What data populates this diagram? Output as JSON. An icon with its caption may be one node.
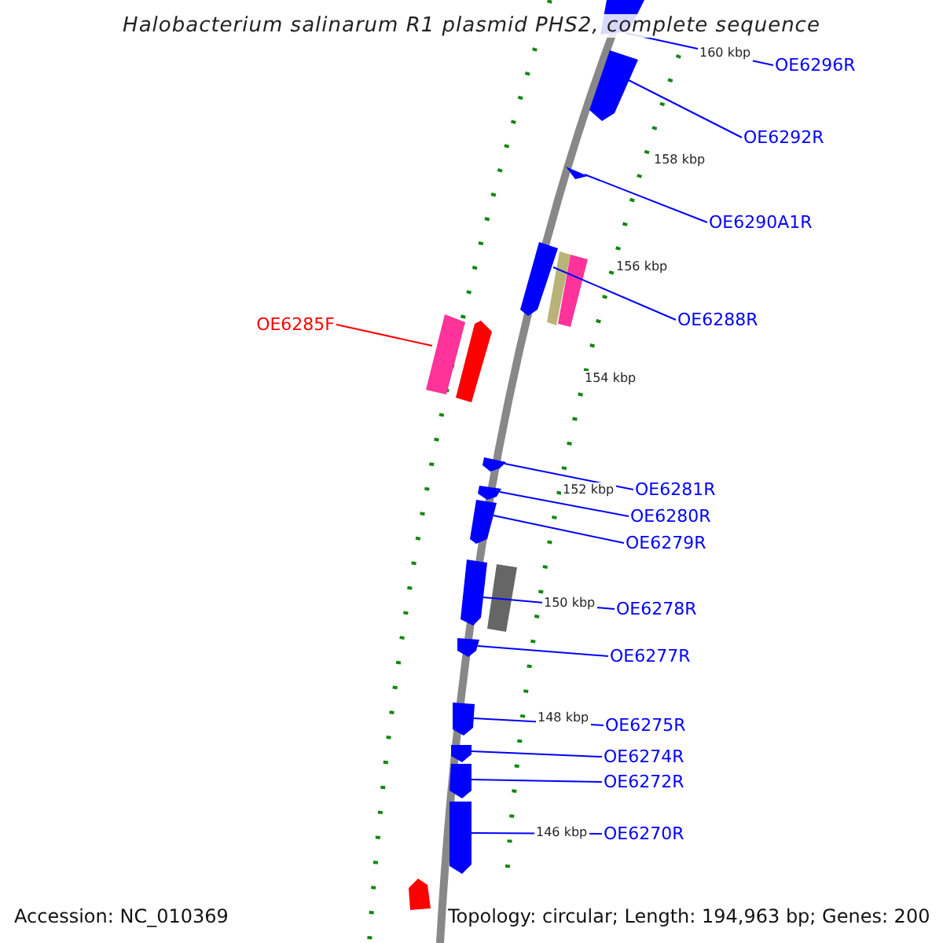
{
  "diagram": {
    "title": "Halobacterium salinarum R1 plasmid PHS2, complete sequence",
    "nodes": [
      {
        "text": [
          "OE6296R"
        ]
      },
      {
        "text": [
          "OE6292R"
        ]
      },
      {
        "text": [
          "OE6290A1R"
        ]
      },
      {
        "text": [
          "OE6288R"
        ]
      },
      {
        "text": [
          "OE6285F"
        ]
      },
      {
        "text": [
          "OE6281R"
        ]
      },
      {
        "text": [
          "OE6280R"
        ]
      },
      {
        "text": [
          "OE6279R"
        ]
      },
      {
        "text": [
          "OE6278R"
        ]
      },
      {
        "text": [
          "OE6277R"
        ]
      },
      {
        "text": [
          "OE6275R"
        ]
      },
      {
        "text": [
          "OE6274R"
        ]
      },
      {
        "text": [
          "OE6272R"
        ]
      },
      {
        "text": [
          "OE6270R"
        ]
      },
      {
        "text": [],
        "shape": "bar"
      },
      {
        "text": [],
        "shape": "bar"
      },
      {
        "text": [],
        "shape": "bar"
      },
      {
        "text": [],
        "shape": "bar"
      },
      {
        "text": [],
        "shape": "bar"
      },
      {
        "text": [],
        "shape": "bar"
      },
      {
        "text": [],
        "shape": "bar"
      },
      {
        "text": [],
        "shape": "bar"
      },
      {
        "text": [],
        "shape": "bar"
      },
      {
        "text": [],
        "shape": "bar"
      },
      {
        "text": [],
        "shape": "bar"
      },
      {
        "text": [],
        "shape": "bar"
      },
      {
        "text": [],
        "shape": "bar"
      },
      {
        "text": [],
        "shape": "bar"
      }
    ],
    "edges": [
      {
        "from": 0,
        "to": 14,
        "arrow": "none"
      },
      {
        "from": 1,
        "to": 15,
        "arrow": "none"
      },
      {
        "from": 2,
        "to": 16,
        "arrow": "none"
      },
      {
        "from": 3,
        "to": 17,
        "arrow": "none"
      },
      {
        "from": 4,
        "to": 18,
        "arrow": "none",
        "color": "#ff0000"
      },
      {
        "from": 5,
        "to": 19,
        "arrow": "none"
      },
      {
        "from": 6,
        "to": 20,
        "arrow": "none"
      },
      {
        "from": 7,
        "to": 21,
        "arrow": "none"
      },
      {
        "from": 8,
        "to": 22,
        "arrow": "none"
      },
      {
        "from": 9,
        "to": 23,
        "arrow": "none"
      },
      {
        "from": 10,
        "to": 24,
        "arrow": "none"
      },
      {
        "from": 11,
        "to": 25,
        "arrow": "none"
      },
      {
        "from": 12,
        "to": 26,
        "arrow": "none"
      },
      {
        "from": 13,
        "to": 27,
        "arrow": "none"
      }
    ],
    "labels": [
      "160 kbp",
      "158 kbp",
      "156 kbp",
      "154 kbp",
      "152 kbp",
      "150 kbp",
      "148 kbp",
      "146 kbp",
      "Accession: NC_010369",
      "Topology: circular; Length: 194,963 bp; Genes: 200"
    ]
  }
}
